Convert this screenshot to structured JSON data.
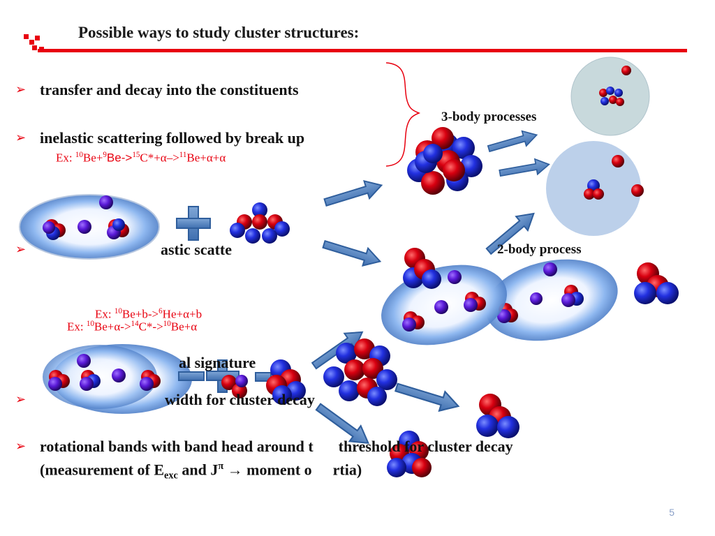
{
  "slide": {
    "title": "Possible ways to study cluster structures:",
    "page_number": "5",
    "accent_color": "#e8000f"
  },
  "bullets": [
    {
      "text": "transfer and decay into the constituents"
    },
    {
      "text": "inelastic scattering followed by break up"
    },
    {
      "text": "astic scatte"
    },
    {
      "text": "al signature"
    },
    {
      "text": "width for cluster decay"
    },
    {
      "line1_a": "rotational bands with band head around t",
      "line1_b": "threshold for cluster decay",
      "line2_a": "(measurement of E",
      "line2_sub": "exc",
      "line2_b": " and J",
      "line2_sup": "π",
      "line2_c": " → moment o",
      "line2_d": "rtia)"
    }
  ],
  "examples": {
    "ex1": {
      "prefix": "Ex: ",
      "s1": "10",
      "t1": "Be+",
      "s2": "9",
      "t2": "Be->",
      "s3": "15",
      "t3": "C*+α–>",
      "s4": "11",
      "t4": "Be+α+α"
    },
    "ex2": {
      "prefix": "Ex: ",
      "s1": "10",
      "t1": "Be+b->",
      "s2": "6",
      "t2": "He+α+b"
    },
    "ex3": {
      "prefix": "Ex: ",
      "s1": "10",
      "t1": "Be+α->",
      "s2": "14",
      "t2": "C*->",
      "s3": "10",
      "t3": "Be+α"
    }
  },
  "labels": {
    "three_body": "3-body processes",
    "two_body": "2-body process"
  },
  "icons": [
    "bullet-arrow-icon",
    "plus-icon",
    "arrow-icon",
    "brace-icon"
  ]
}
